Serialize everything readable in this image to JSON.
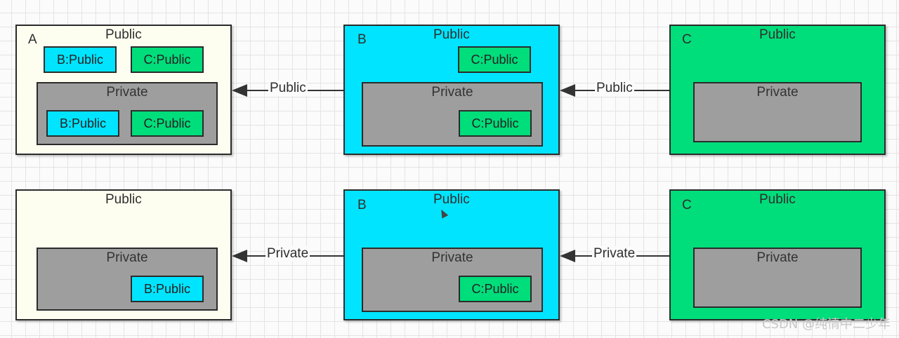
{
  "row1": {
    "a": {
      "letter": "A",
      "public_label": "Public",
      "public_chips": [
        "B:Public",
        "C:Public"
      ],
      "private_label": "Private",
      "private_chips": [
        "B:Public",
        "C:Public"
      ]
    },
    "b": {
      "letter": "B",
      "public_label": "Public",
      "public_chip": "C:Public",
      "private_label": "Private",
      "private_chip": "C:Public"
    },
    "c": {
      "letter": "C",
      "public_label": "Public",
      "private_label": "Private"
    },
    "arrow_ab": "Public",
    "arrow_bc": "Public"
  },
  "row2": {
    "a": {
      "public_label": "Public",
      "private_label": "Private",
      "private_chip": "B:Public"
    },
    "b": {
      "letter": "B",
      "public_label": "Public",
      "private_label": "Private",
      "private_chip": "C:Public"
    },
    "c": {
      "letter": "C",
      "public_label": "Public",
      "private_label": "Private"
    },
    "arrow_ab": "Private",
    "arrow_bc": "Private"
  },
  "colors": {
    "a_bg": "#fdfdf0",
    "b_bg": "#00e4ff",
    "c_bg": "#00dd7b",
    "private_bg": "#9e9e9e"
  },
  "watermark": "CSDN @纯情中二少年"
}
